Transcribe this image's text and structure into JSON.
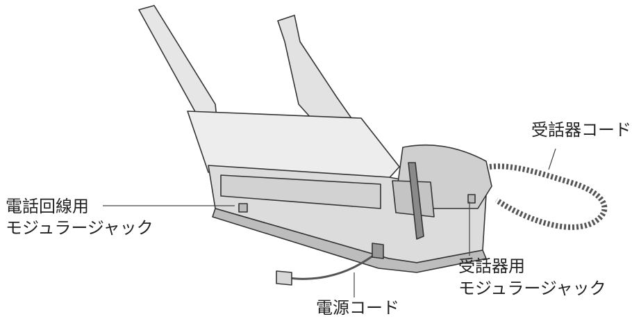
{
  "labels": {
    "handset_cord": "受話器コード",
    "line_jack_1": "電話回線用",
    "line_jack_2": "モジュラージャック",
    "handset_jack_1": "受話器用",
    "handset_jack_2": "モジュラージャック",
    "power_cord": "電源コード"
  },
  "colors": {
    "body": "#dcdcdc",
    "body_dark": "#b9b9b9",
    "tray": "#e8e8e8",
    "outline": "#333333",
    "leader": "#444444"
  }
}
